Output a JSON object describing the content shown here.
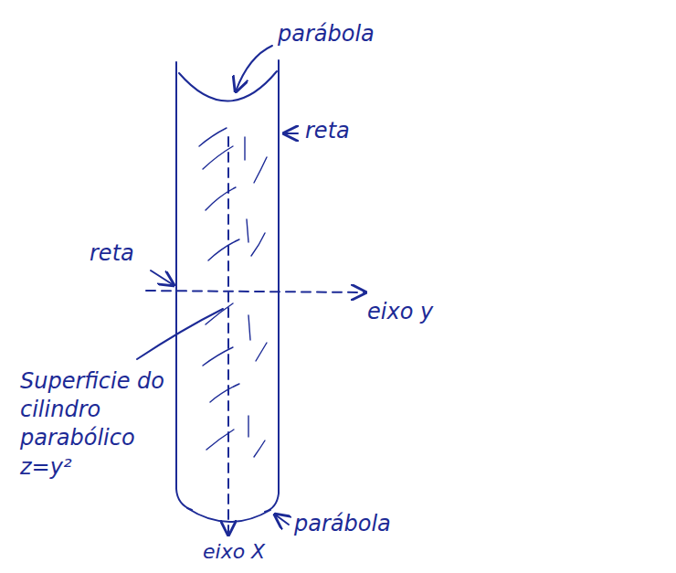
{
  "diagram": {
    "labels": [
      "parábola",
      "reta",
      "reta",
      "eixo y",
      "Superficie do cilindro parabólico z=y²",
      "parábola",
      "eixo X"
    ]
  }
}
